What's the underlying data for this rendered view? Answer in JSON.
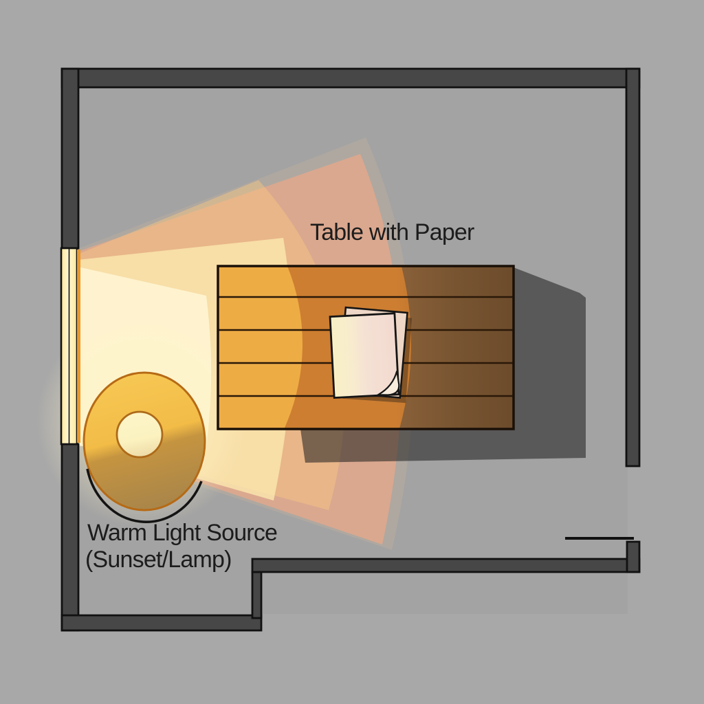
{
  "diagram": {
    "type": "room-lighting-plan",
    "labels": {
      "table": "Table with Paper",
      "light_source_line1": "Warm Light Source",
      "light_source_line2": "(Sunset/Lamp)"
    },
    "colors": {
      "background": "#a8a8a8",
      "floor": "#a3a3a3",
      "wall_fill": "#474747",
      "outline": "#111111",
      "window_glow": "#ffedaa",
      "window_accent": "#e9992b",
      "beam_haze": "rgba(205,182,155,0.30)",
      "beam_salmon": "rgba(246,168,132,0.60)",
      "beam_tan": "rgba(247,198,132,0.48)",
      "beam_cream": "rgba(253,233,175,0.78)",
      "beam_core": "rgba(255,248,216,0.80)",
      "lamp_bright": "#f6c54f",
      "lamp_shaded": "#a8854a",
      "lamp_core": "#fbf2c0",
      "lamp_rim": "#b66a15",
      "table_lit": "#eeac45",
      "table_mid": "#cd7e31",
      "table_shaded": "#8a6139",
      "table_line": "#2a1808",
      "paper_lit": "#f9f0c4",
      "paper_warm": "#f2d9cf",
      "paper_back": "#eed7c6",
      "shadow": "rgba(30,30,30,0.55)",
      "label_text": "#1c1c1c"
    }
  }
}
